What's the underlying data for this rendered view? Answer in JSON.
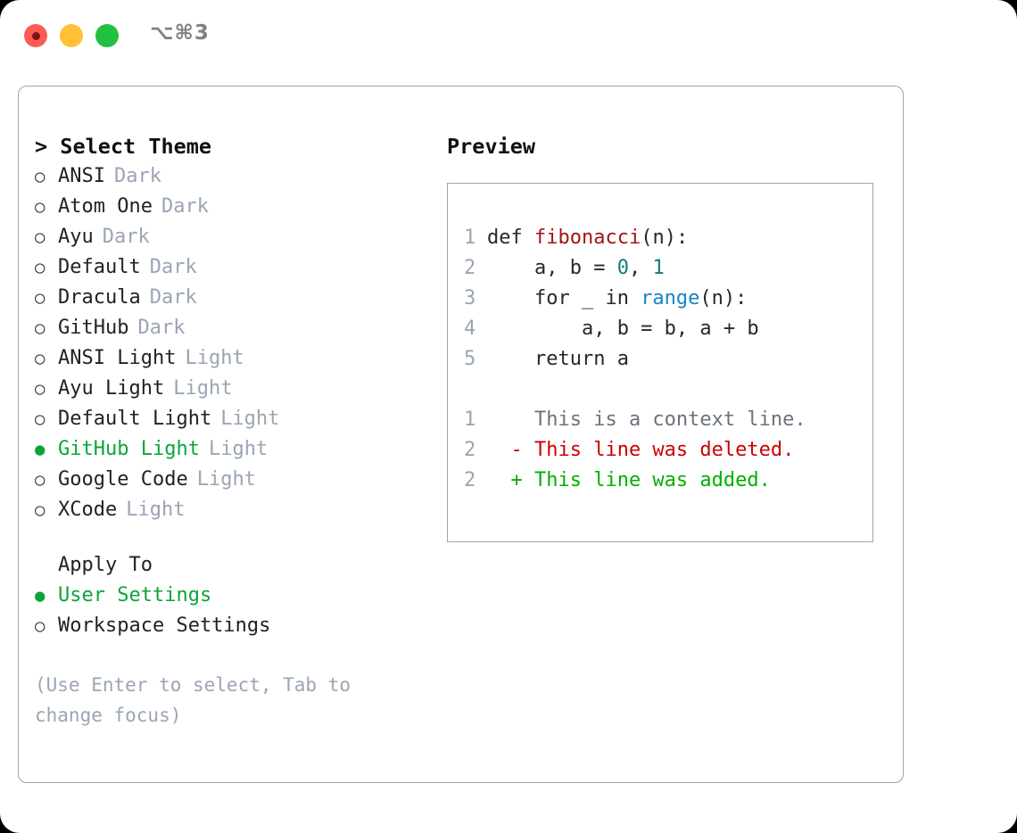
{
  "window": {
    "shortcut": "⌥⌘3",
    "traffic_lights": [
      "close-red",
      "minimize-yellow",
      "zoom-green"
    ]
  },
  "theme_selector": {
    "header": "> Select Theme",
    "options": [
      {
        "marker": "○",
        "label": "ANSI",
        "tag": "Dark",
        "selected": false
      },
      {
        "marker": "○",
        "label": "Atom One",
        "tag": "Dark",
        "selected": false
      },
      {
        "marker": "○",
        "label": "Ayu",
        "tag": "Dark",
        "selected": false
      },
      {
        "marker": "○",
        "label": "Default",
        "tag": "Dark",
        "selected": false
      },
      {
        "marker": "○",
        "label": "Dracula",
        "tag": "Dark",
        "selected": false
      },
      {
        "marker": "○",
        "label": "GitHub",
        "tag": "Dark",
        "selected": false
      },
      {
        "marker": "○",
        "label": "ANSI Light",
        "tag": "Light",
        "selected": false
      },
      {
        "marker": "○",
        "label": "Ayu Light",
        "tag": "Light",
        "selected": false
      },
      {
        "marker": "○",
        "label": "Default Light",
        "tag": "Light",
        "selected": false
      },
      {
        "marker": "●",
        "label": "GitHub Light",
        "tag": "Light",
        "selected": true
      },
      {
        "marker": "○",
        "label": "Google Code",
        "tag": "Light",
        "selected": false
      },
      {
        "marker": "○",
        "label": "XCode",
        "tag": "Light",
        "selected": false
      }
    ]
  },
  "apply_to": {
    "label": "Apply To",
    "options": [
      {
        "marker": "●",
        "label": "User Settings",
        "selected": true
      },
      {
        "marker": "○",
        "label": "Workspace Settings",
        "selected": false
      }
    ]
  },
  "hint": "(Use Enter to select, Tab to change focus)",
  "preview": {
    "title": "Preview",
    "code_lines": [
      {
        "n": "1",
        "tokens": [
          {
            "t": "def ",
            "c": "kw"
          },
          {
            "t": "fibonacci",
            "c": "fn"
          },
          {
            "t": "(n):",
            "c": "plain"
          }
        ]
      },
      {
        "n": "2",
        "tokens": [
          {
            "t": "    a, b = ",
            "c": "plain"
          },
          {
            "t": "0",
            "c": "num"
          },
          {
            "t": ", ",
            "c": "plain"
          },
          {
            "t": "1",
            "c": "num"
          }
        ]
      },
      {
        "n": "3",
        "tokens": [
          {
            "t": "    for _ in ",
            "c": "plain"
          },
          {
            "t": "range",
            "c": "call"
          },
          {
            "t": "(n):",
            "c": "plain"
          }
        ]
      },
      {
        "n": "4",
        "tokens": [
          {
            "t": "        a, b = b, a + b",
            "c": "plain"
          }
        ]
      },
      {
        "n": "5",
        "tokens": [
          {
            "t": "    return a",
            "c": "plain"
          }
        ]
      }
    ],
    "diff_lines": [
      {
        "n": "1",
        "sign": "  ",
        "text": "This is a context line.",
        "kind": "context"
      },
      {
        "n": "2",
        "sign": "- ",
        "text": "This line was deleted.",
        "kind": "deleted"
      },
      {
        "n": "2",
        "sign": "+ ",
        "text": "This line was added.",
        "kind": "added"
      }
    ]
  },
  "colors": {
    "accent_green": "#0aa53a",
    "muted_gray": "#9aa5b4",
    "border": "#9aa5b4",
    "diff_deleted": "#cc0000",
    "diff_added": "#00b000",
    "code_function": "#a31515",
    "code_number": "#0e7c7b",
    "code_call": "#1783c7"
  }
}
